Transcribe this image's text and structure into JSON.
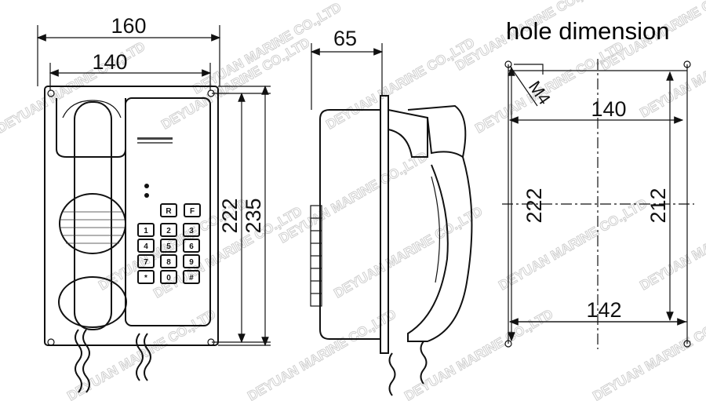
{
  "title": "hole dimension",
  "watermark": "DEYUAN MARINE CO.,LTD",
  "front_view": {
    "dims": {
      "width_outer": "160",
      "width_inner": "140",
      "height_inner": "222",
      "height_outer": "235"
    },
    "keys": [
      "R",
      "F",
      "1",
      "2",
      "3",
      "4",
      "5",
      "6",
      "7",
      "8",
      "9",
      "*",
      "0",
      "#"
    ]
  },
  "side_view": {
    "dims": {
      "depth": "65"
    }
  },
  "hole": {
    "dims": {
      "screw": "M4",
      "top_width": "140",
      "left_height": "222",
      "right_height": "212",
      "bottom_width": "142"
    }
  },
  "colors": {
    "line": "#111111",
    "watermark": "#cfcfcf"
  }
}
